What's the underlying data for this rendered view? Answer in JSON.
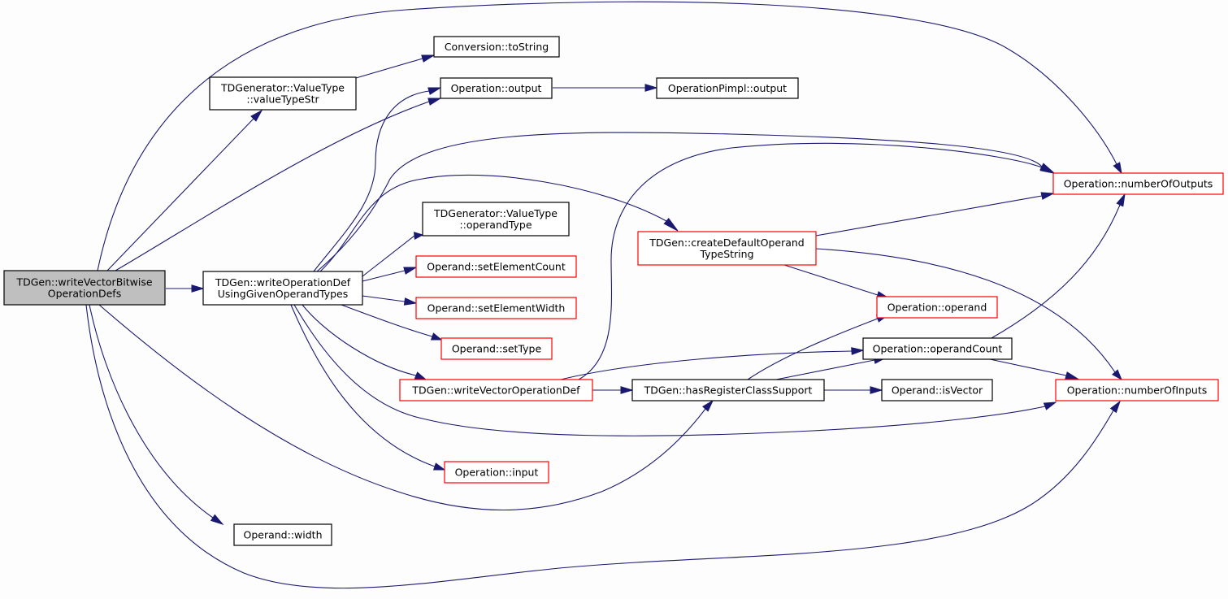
{
  "colors": {
    "edge": "#191970",
    "border_normal": "#000000",
    "border_truncated": "#ff0000",
    "root_fill": "#bfbfbf",
    "node_fill": "#ffffff",
    "background": "#fdfdfd"
  },
  "nodes": {
    "root": {
      "lines": [
        "TDGen::writeVectorBitwise",
        "OperationDefs"
      ],
      "style": "root"
    },
    "writeOpDef": {
      "lines": [
        "TDGen::writeOperationDef",
        "UsingGivenOperandTypes"
      ],
      "style": "normal"
    },
    "valueTypeStr": {
      "lines": [
        "TDGenerator::ValueType",
        "::valueTypeStr"
      ],
      "style": "normal"
    },
    "toString": {
      "lines": [
        "Conversion::toString"
      ],
      "style": "normal"
    },
    "output": {
      "lines": [
        "Operation::output"
      ],
      "style": "normal"
    },
    "pimplOutput": {
      "lines": [
        "OperationPimpl::output"
      ],
      "style": "normal"
    },
    "numOutputs": {
      "lines": [
        "Operation::numberOfOutputs"
      ],
      "style": "truncated"
    },
    "operandType": {
      "lines": [
        "TDGenerator::ValueType",
        "::operandType"
      ],
      "style": "normal"
    },
    "setElemCount": {
      "lines": [
        "Operand::setElementCount"
      ],
      "style": "truncated"
    },
    "setElemWidth": {
      "lines": [
        "Operand::setElementWidth"
      ],
      "style": "truncated"
    },
    "setType": {
      "lines": [
        "Operand::setType"
      ],
      "style": "truncated"
    },
    "writeVecOpDef": {
      "lines": [
        "TDGen::writeVectorOperationDef"
      ],
      "style": "truncated"
    },
    "input": {
      "lines": [
        "Operation::input"
      ],
      "style": "truncated"
    },
    "width": {
      "lines": [
        "Operand::width"
      ],
      "style": "normal"
    },
    "createDefault": {
      "lines": [
        "TDGen::createDefaultOperand",
        "TypeString"
      ],
      "style": "truncated"
    },
    "operand": {
      "lines": [
        "Operation::operand"
      ],
      "style": "truncated"
    },
    "operandCount": {
      "lines": [
        "Operation::operandCount"
      ],
      "style": "normal"
    },
    "hasRegClass": {
      "lines": [
        "TDGen::hasRegisterClassSupport"
      ],
      "style": "normal"
    },
    "isVector": {
      "lines": [
        "Operand::isVector"
      ],
      "style": "normal"
    },
    "numInputs": {
      "lines": [
        "Operation::numberOfInputs"
      ],
      "style": "truncated"
    }
  },
  "edges": [
    [
      "root",
      "writeOpDef"
    ],
    [
      "root",
      "valueTypeStr"
    ],
    [
      "root",
      "output"
    ],
    [
      "root",
      "numOutputs"
    ],
    [
      "root",
      "hasRegClass"
    ],
    [
      "root",
      "width"
    ],
    [
      "root",
      "numInputs"
    ],
    [
      "valueTypeStr",
      "toString"
    ],
    [
      "output",
      "pimplOutput"
    ],
    [
      "writeOpDef",
      "output"
    ],
    [
      "writeOpDef",
      "numOutputs"
    ],
    [
      "writeOpDef",
      "createDefault"
    ],
    [
      "writeOpDef",
      "operandType"
    ],
    [
      "writeOpDef",
      "setElemCount"
    ],
    [
      "writeOpDef",
      "setElemWidth"
    ],
    [
      "writeOpDef",
      "setType"
    ],
    [
      "writeOpDef",
      "writeVecOpDef"
    ],
    [
      "writeOpDef",
      "input"
    ],
    [
      "writeOpDef",
      "numInputs"
    ],
    [
      "createDefault",
      "numOutputs"
    ],
    [
      "createDefault",
      "operand"
    ],
    [
      "createDefault",
      "numInputs"
    ],
    [
      "writeVecOpDef",
      "numOutputs"
    ],
    [
      "writeVecOpDef",
      "operandCount"
    ],
    [
      "writeVecOpDef",
      "hasRegClass"
    ],
    [
      "hasRegClass",
      "operand"
    ],
    [
      "hasRegClass",
      "operandCount"
    ],
    [
      "hasRegClass",
      "isVector"
    ],
    [
      "operandCount",
      "numOutputs"
    ],
    [
      "operandCount",
      "numInputs"
    ]
  ]
}
